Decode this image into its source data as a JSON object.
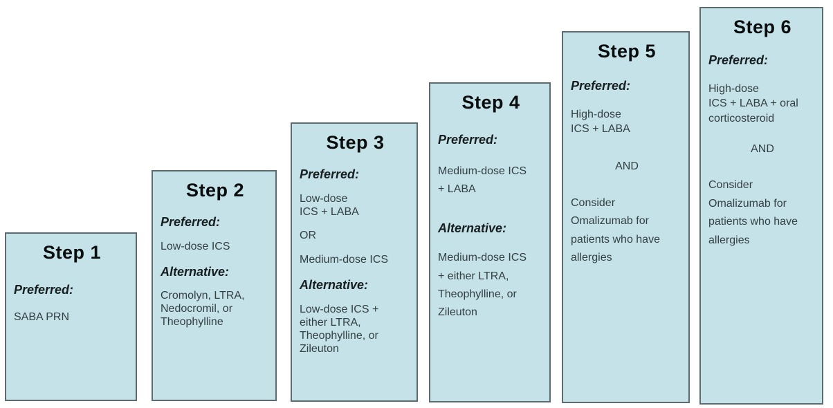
{
  "figure": {
    "description": "Stepwise approach for managing asthma: six ascending treatment step boxes",
    "colors": {
      "background": "#ffffff",
      "box_fill": "#c5e2e8",
      "box_border": "#5c6b6f",
      "title_text": "#0a0d0e",
      "label_text": "#161e20",
      "body_text": "#333f42"
    },
    "steps": [
      {
        "title": "Step 1",
        "blocks": [
          {
            "style": "label",
            "text": "Preferred:"
          },
          {
            "style": "body",
            "text": "SABA PRN"
          }
        ]
      },
      {
        "title": "Step 2",
        "blocks": [
          {
            "style": "label",
            "text": "Preferred:"
          },
          {
            "style": "body",
            "text": "Low-dose ICS"
          },
          {
            "style": "label",
            "text": "Alternative:"
          },
          {
            "style": "body",
            "text": "Cromolyn, LTRA,\nNedocromil, or\nTheophylline"
          }
        ]
      },
      {
        "title": "Step 3",
        "blocks": [
          {
            "style": "label",
            "text": "Preferred:"
          },
          {
            "style": "body",
            "text": "Low-dose\nICS + LABA"
          },
          {
            "style": "body",
            "text": "OR"
          },
          {
            "style": "body",
            "text": "Medium-dose ICS"
          },
          {
            "style": "label",
            "text": "Alternative:"
          },
          {
            "style": "body",
            "text": "Low-dose ICS +\neither LTRA,\nTheophylline, or\nZileuton"
          }
        ]
      },
      {
        "title": "Step 4",
        "blocks": [
          {
            "style": "label",
            "text": "Preferred:"
          },
          {
            "style": "body",
            "text": "Medium-dose ICS\n+ LABA"
          },
          {
            "style": "label",
            "text": "Alternative:"
          },
          {
            "style": "body",
            "text": "Medium-dose ICS\n+ either LTRA,\nTheophylline, or\nZileuton"
          }
        ]
      },
      {
        "title": "Step 5",
        "blocks": [
          {
            "style": "label",
            "text": "Preferred:"
          },
          {
            "style": "body",
            "text": "High-dose\nICS + LABA"
          },
          {
            "style": "and",
            "text": "AND"
          },
          {
            "style": "body",
            "text": "Consider\nOmalizumab for\npatients who have\nallergies"
          }
        ]
      },
      {
        "title": "Step 6",
        "blocks": [
          {
            "style": "label",
            "text": "Preferred:"
          },
          {
            "style": "body",
            "text": "High-dose\nICS + LABA + oral\ncorticosteroid"
          },
          {
            "style": "and",
            "text": "AND"
          },
          {
            "style": "body",
            "text": "Consider\nOmalizumab for\npatients who have\nallergies"
          }
        ]
      }
    ]
  }
}
